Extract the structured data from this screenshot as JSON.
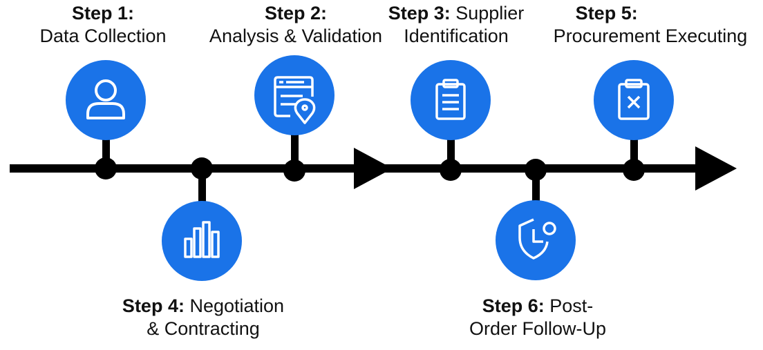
{
  "colors": {
    "accent": "#1a73e8",
    "line": "#000000",
    "icon": "#ffffff"
  },
  "steps": [
    {
      "id": "step1",
      "title": "Step 1:",
      "line1_rest": "",
      "line2": "Data Collection",
      "icon": "user-icon"
    },
    {
      "id": "step4",
      "title": "Step 4:",
      "line1_rest": " Negotiation",
      "line2": "& Contracting",
      "icon": "bar-chart-icon"
    },
    {
      "id": "step2",
      "title": "Step 2:",
      "line1_rest": "",
      "line2": "Analysis & Validation",
      "icon": "form-location-icon"
    },
    {
      "id": "step3",
      "title": "Step 3:",
      "line1_rest": " Supplier",
      "line2": "Identification",
      "icon": "clipboard-icon"
    },
    {
      "id": "step6",
      "title": "Step 6:",
      "line1_rest": " Post-",
      "line2": "Order Follow-Up",
      "icon": "shield-chart-icon"
    },
    {
      "id": "step5",
      "title": "Step 5:",
      "line1_rest": "",
      "line2": "Procurement Executing",
      "icon": "clipboard-x-icon"
    }
  ]
}
